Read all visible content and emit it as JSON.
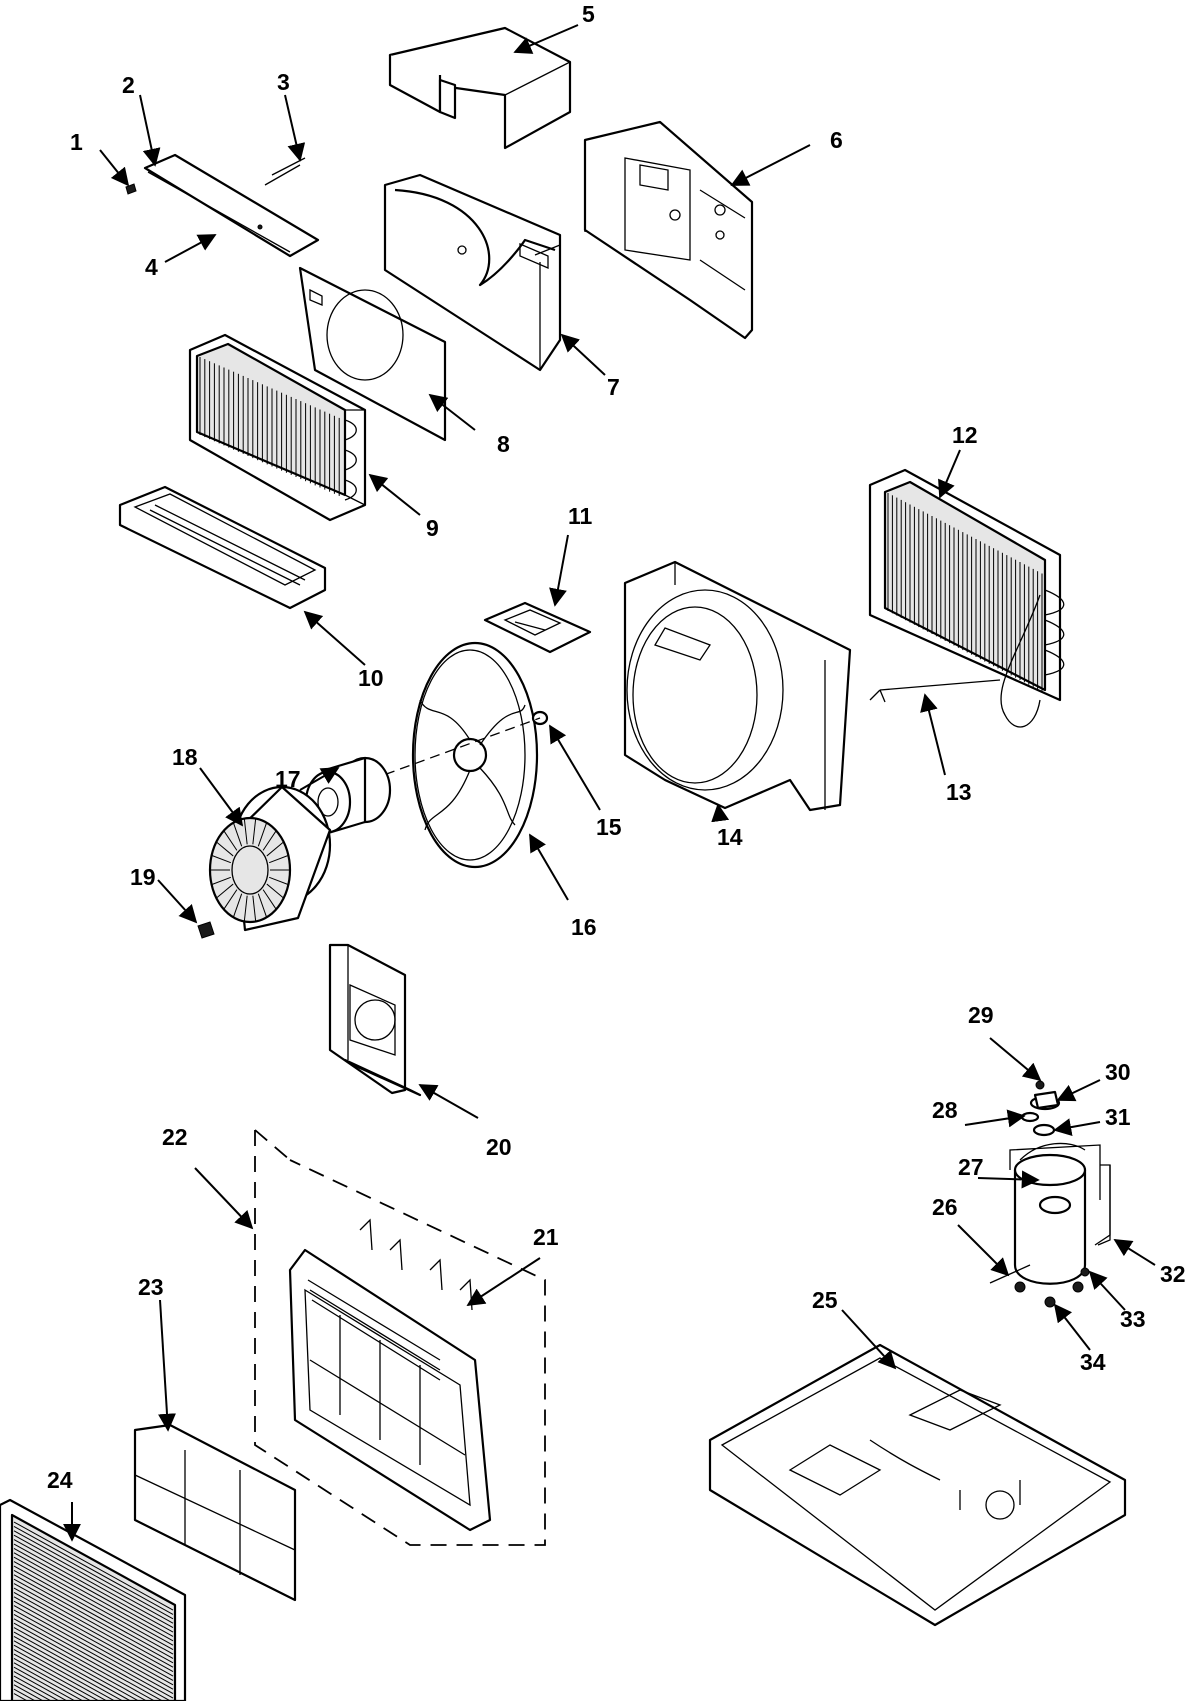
{
  "diagram": {
    "callouts": [
      {
        "id": "1",
        "label": "1"
      },
      {
        "id": "2",
        "label": "2"
      },
      {
        "id": "3",
        "label": "3"
      },
      {
        "id": "4",
        "label": "4"
      },
      {
        "id": "5",
        "label": "5"
      },
      {
        "id": "6",
        "label": "6"
      },
      {
        "id": "7",
        "label": "7"
      },
      {
        "id": "8",
        "label": "8"
      },
      {
        "id": "9",
        "label": "9"
      },
      {
        "id": "10",
        "label": "10"
      },
      {
        "id": "11",
        "label": "11"
      },
      {
        "id": "12",
        "label": "12"
      },
      {
        "id": "13",
        "label": "13"
      },
      {
        "id": "14",
        "label": "14"
      },
      {
        "id": "15",
        "label": "15"
      },
      {
        "id": "16",
        "label": "16"
      },
      {
        "id": "17",
        "label": "17"
      },
      {
        "id": "18",
        "label": "18"
      },
      {
        "id": "19",
        "label": "19"
      },
      {
        "id": "20",
        "label": "20"
      },
      {
        "id": "21",
        "label": "21"
      },
      {
        "id": "22",
        "label": "22"
      },
      {
        "id": "23",
        "label": "23"
      },
      {
        "id": "24",
        "label": "24"
      },
      {
        "id": "25",
        "label": "25"
      },
      {
        "id": "26",
        "label": "26"
      },
      {
        "id": "27",
        "label": "27"
      },
      {
        "id": "28",
        "label": "28"
      },
      {
        "id": "29",
        "label": "29"
      },
      {
        "id": "30",
        "label": "30"
      },
      {
        "id": "31",
        "label": "31"
      },
      {
        "id": "32",
        "label": "32"
      },
      {
        "id": "33",
        "label": "33"
      },
      {
        "id": "34",
        "label": "34"
      }
    ],
    "colors": {
      "line": "#000000",
      "background": "#ffffff",
      "shade": "#e6e6e6"
    }
  }
}
